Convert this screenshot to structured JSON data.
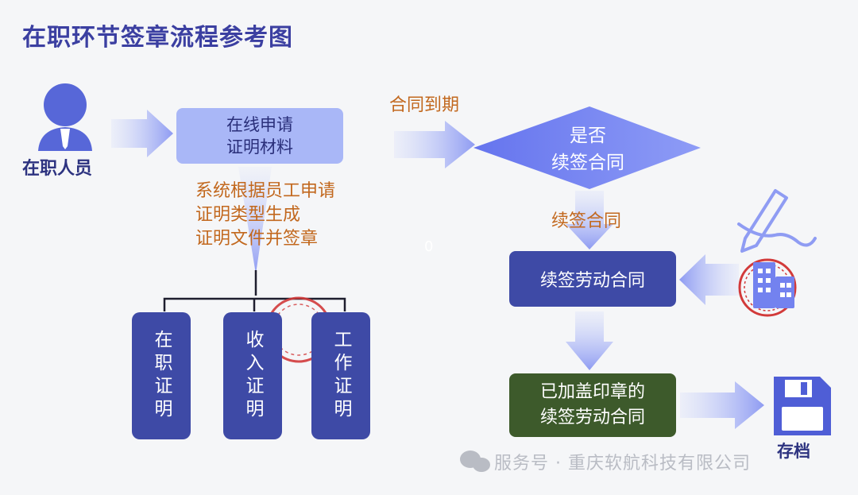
{
  "title": "在职环节签章流程参考图",
  "person_label": "在职人员",
  "apply_box": {
    "line1": "在线申请",
    "line2": "证明材料"
  },
  "system_note": {
    "line1": "系统根据员工申请",
    "line2": "证明类型生成",
    "line3": "证明文件并签章"
  },
  "certificates": [
    {
      "label": "在职证明"
    },
    {
      "label": "收入证明"
    },
    {
      "label": "工作证明"
    }
  ],
  "expire_label": "合同到期",
  "decision": {
    "line1": "是否",
    "line2": "续签合同"
  },
  "renew_label": "续签合同",
  "renew_box": "续签劳动合同",
  "done_box": {
    "line1": "已加盖印章的",
    "line2": "续签劳动合同"
  },
  "archive_label": "存档",
  "stray_text": "0",
  "watermark": "服务号 · 重庆软航科技有限公司",
  "colors": {
    "title": "#3b3fa1",
    "primary_box": "#3e4aa6",
    "light_box": "#a9b7f7",
    "done_box": "#3d5a2b",
    "note_text": "#c2681e",
    "diamond": "#6c7af0",
    "stamp": "#d23a3a"
  },
  "icons": [
    "person-icon",
    "pen-icon",
    "building-icon",
    "seal-icon",
    "floppy-disk-icon",
    "wechat-icon"
  ]
}
